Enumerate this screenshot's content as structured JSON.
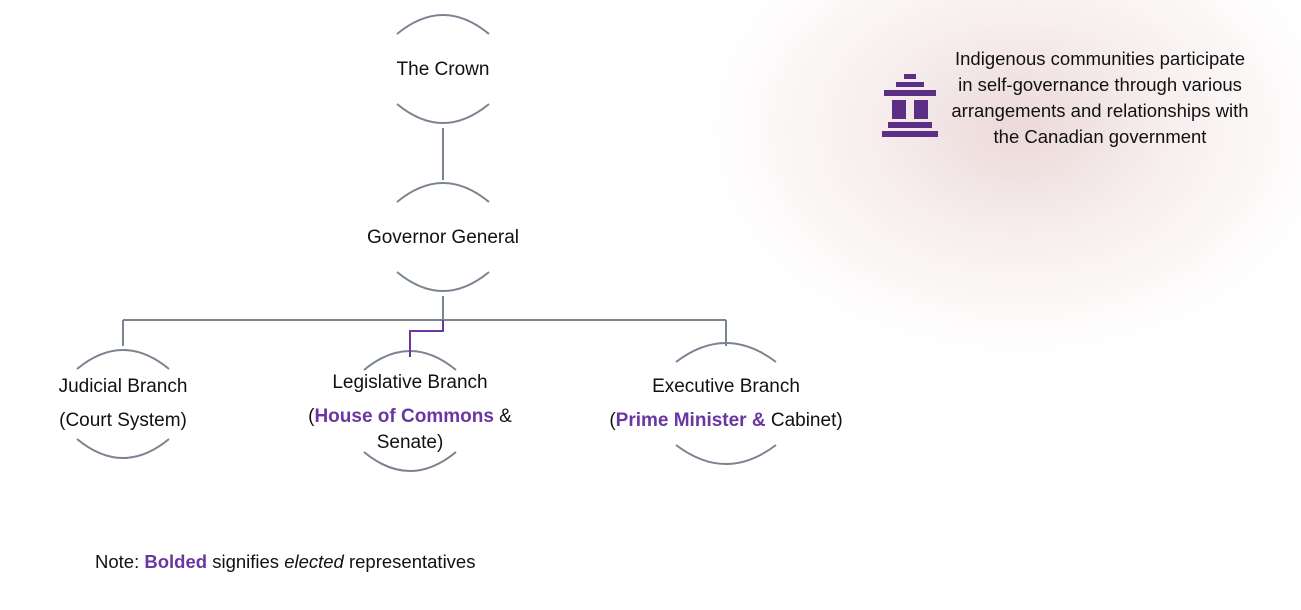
{
  "nodes": {
    "crown": "The Crown",
    "governor_general": "Governor General",
    "judicial": {
      "title": "Judicial Branch",
      "sub": "(Court System)"
    },
    "legislative": {
      "title": "Legislative Branch",
      "open": "(",
      "elected": "House of Commons",
      "amp": " &",
      "line2": "Senate)"
    },
    "executive": {
      "title": "Executive Branch",
      "open": "(",
      "elected": "Prime Minister &",
      "rest": " Cabinet)"
    }
  },
  "side_note": "Indigenous communities participate in self-governance through various arrangements and relationships with the Canadian government",
  "icon": "inukshuk-icon",
  "footnote": {
    "prefix": "Note: ",
    "bold": "Bolded",
    "middle": " signifies ",
    "italic": "elected",
    "suffix": " representatives"
  },
  "colors": {
    "accent": "#6a37a0",
    "connector": "#7a8491",
    "icon": "#5b2f86"
  }
}
